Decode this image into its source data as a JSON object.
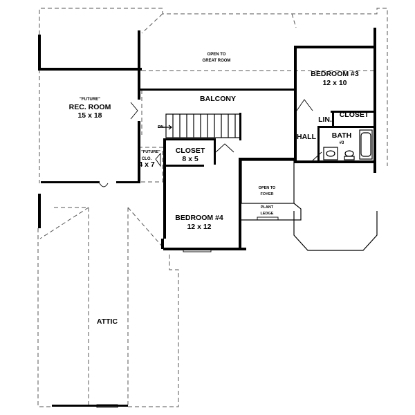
{
  "rooms": {
    "rec_room": {
      "future": "\"FUTURE\"",
      "name": "REC. ROOM",
      "size": "15 x 18"
    },
    "great_room_open": {
      "line1": "OPEN TO",
      "line2": "GREAT ROOM"
    },
    "balcony": "BALCONY",
    "down": "DN.",
    "bedroom3": {
      "name": "BEDROOM #3",
      "size": "12 x 10"
    },
    "closet3": "CLOSET",
    "linen": "LIN.",
    "hall": "HALL",
    "bath3": {
      "name": "BATH",
      "number": "#3"
    },
    "future_small": "\"FUTURE\"",
    "clo": {
      "name": "CLO.",
      "size": "4 x 7"
    },
    "closet4": {
      "name": "CLOSET",
      "size": "8 x 5"
    },
    "foyer_open": {
      "line1": "OPEN TO",
      "line2": "FOYER"
    },
    "plant_ledge": {
      "line1": "PLANT",
      "line2": "LEDGE"
    },
    "bedroom4": {
      "name": "BEDROOM #4",
      "size": "12 x 12"
    },
    "attic": "ATTIC"
  }
}
